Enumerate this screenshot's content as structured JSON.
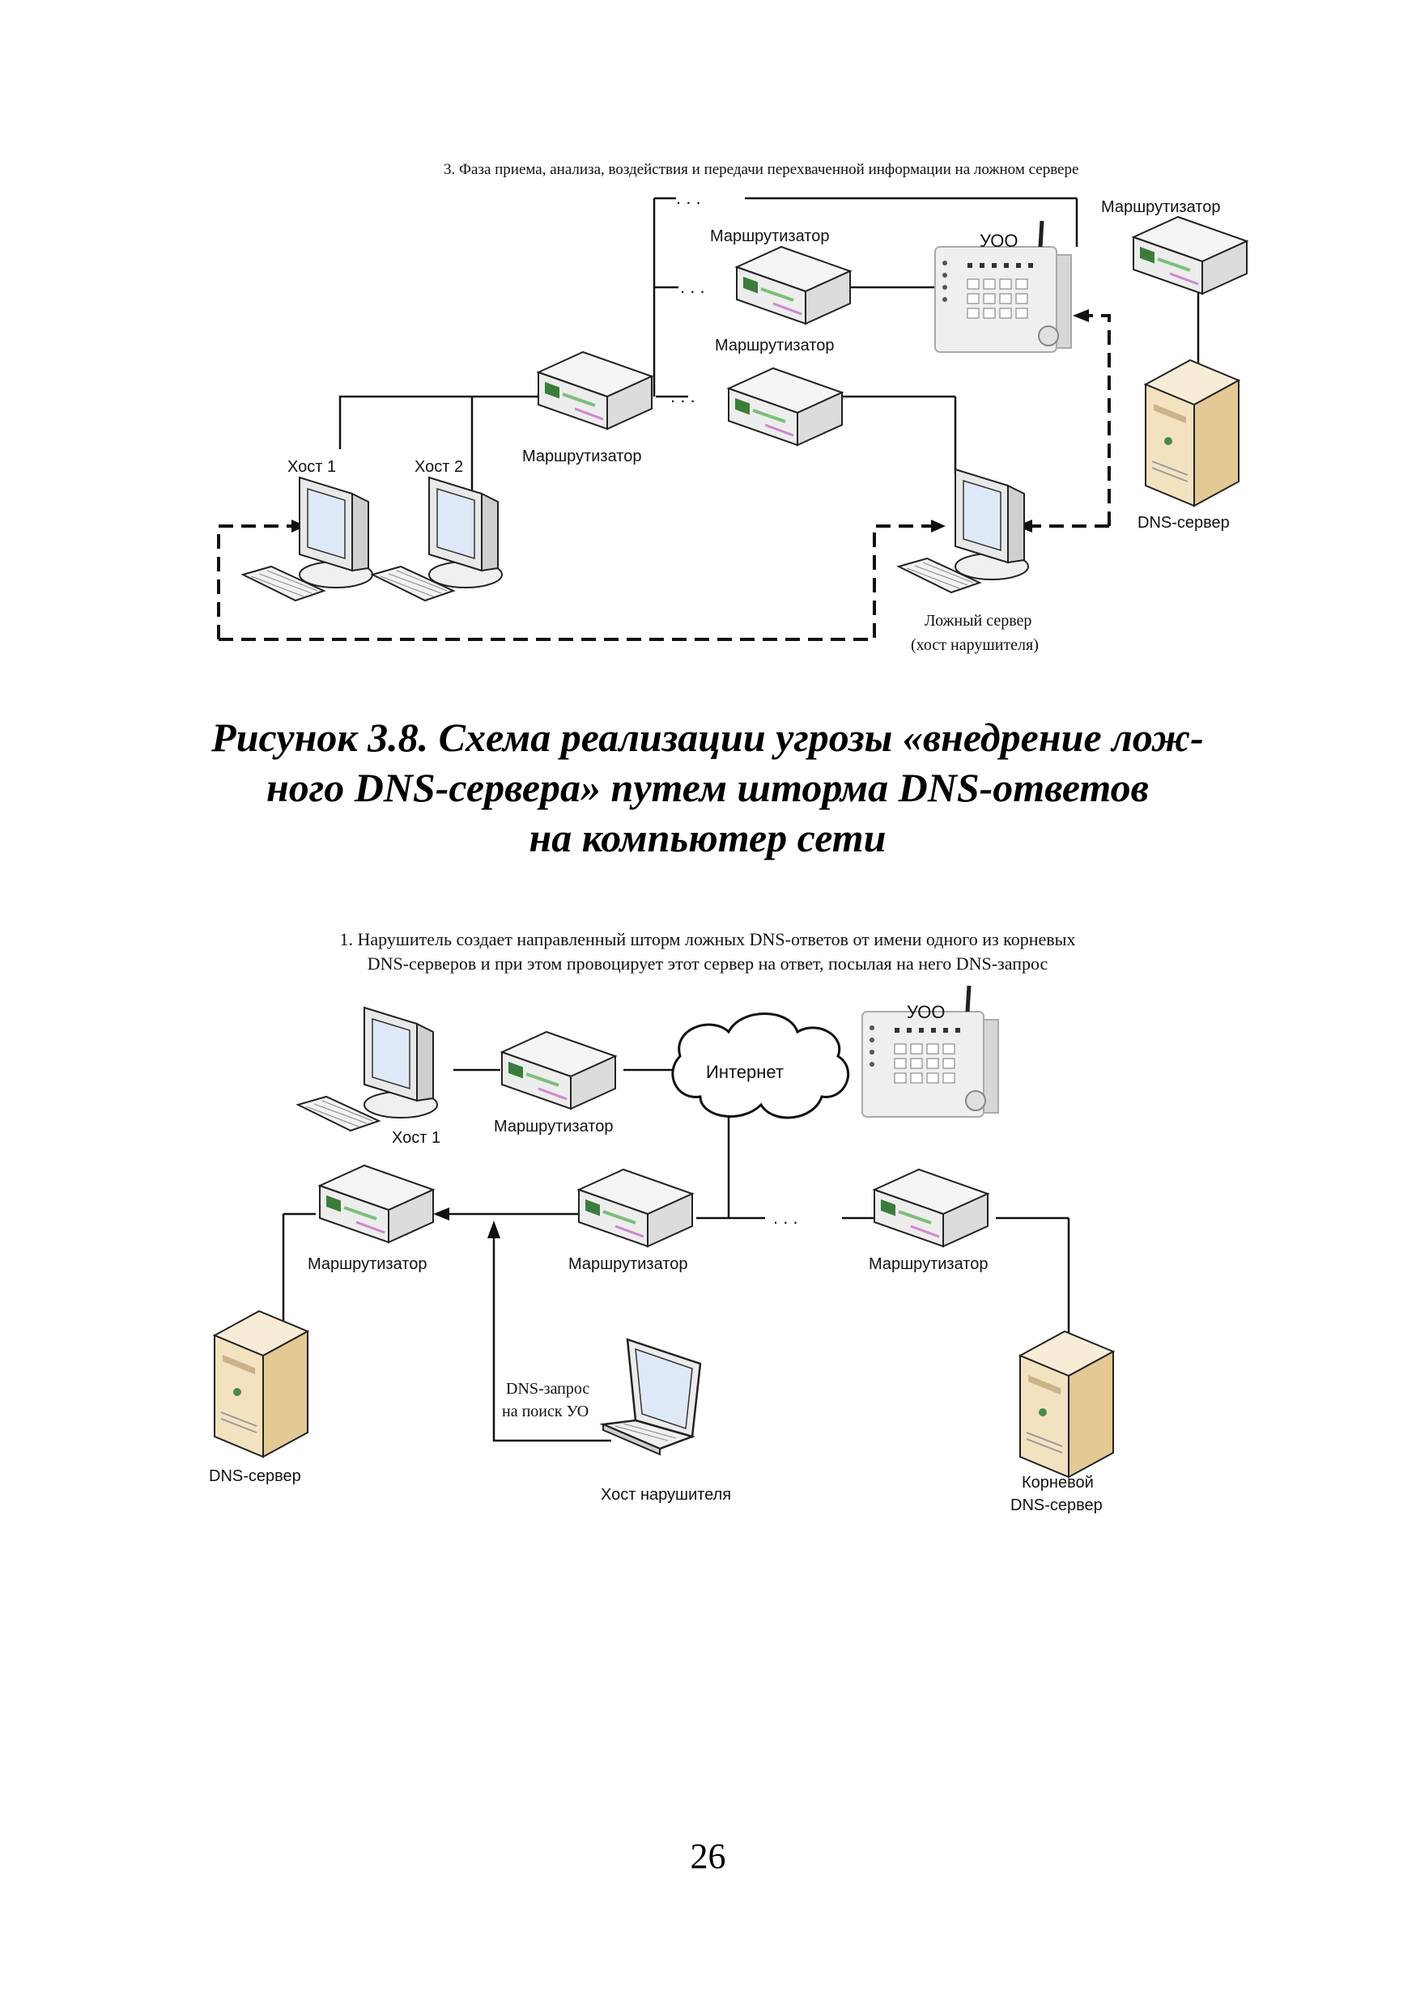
{
  "figure_top": {
    "phase_title": "3. Фаза приема, анализа, воздействия и передачи перехваченной информации на ложном сервере",
    "labels": {
      "router_top_right": "Маршрутизатор",
      "router_upper": "Маршрутизатор",
      "router_lower": "Маршрутизатор",
      "router_center": "Маршрутизатор",
      "uoo": "УОО",
      "host1": "Хост 1",
      "host2": "Хост 2",
      "dns_server": "DNS-сервер",
      "fake_server_line1": "Ложный сервер",
      "fake_server_line2": "(хост нарушителя)"
    },
    "dots": ". . ."
  },
  "caption": {
    "line1": "Рисунок 3.8. Схема реализации угрозы «внедрение лож-",
    "line2": "ного DNS-сервера» путем шторма DNS-ответов",
    "line3": "на компьютер сети"
  },
  "figure_bottom": {
    "phase_title_line1": "1. Нарушитель создает направленный шторм ложных DNS-ответов от имени одного из корневых",
    "phase_title_line2": "DNS-серверов и при этом провоцирует этот сервер на ответ, посылая на него DNS-запрос",
    "labels": {
      "uoo": "УОО",
      "internet": "Интернет",
      "host1": "Хост 1",
      "router_top": "Маршрутизатор",
      "router_left": "Маршрутизатор",
      "router_middle": "Маршрутизатор",
      "router_right": "Маршрутизатор",
      "dns_request_line1": "DNS-запрос",
      "dns_request_line2": "на поиск УО",
      "dns_server": "DNS-сервер",
      "attacker_host": "Хост нарушителя",
      "root_dns_line1": "Корневой",
      "root_dns_line2": "DNS-сервер"
    },
    "dots": ". . ."
  },
  "page_number": "26"
}
